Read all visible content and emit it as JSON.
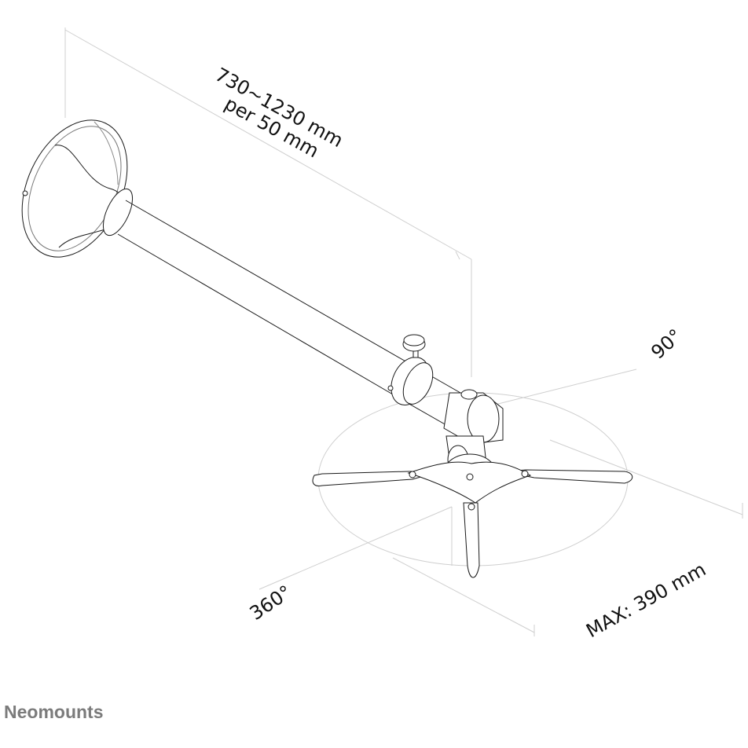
{
  "labels": {
    "length_range": "730~1230 mm",
    "length_step": "per 50 mm",
    "tilt": "90°",
    "rotation": "360°",
    "max_size": "MAX: 390 mm"
  },
  "brand": "Neomounts",
  "colors": {
    "line": "#1a1a1a",
    "guide": "#c8c8c8",
    "brand": "#7b7b7b"
  }
}
